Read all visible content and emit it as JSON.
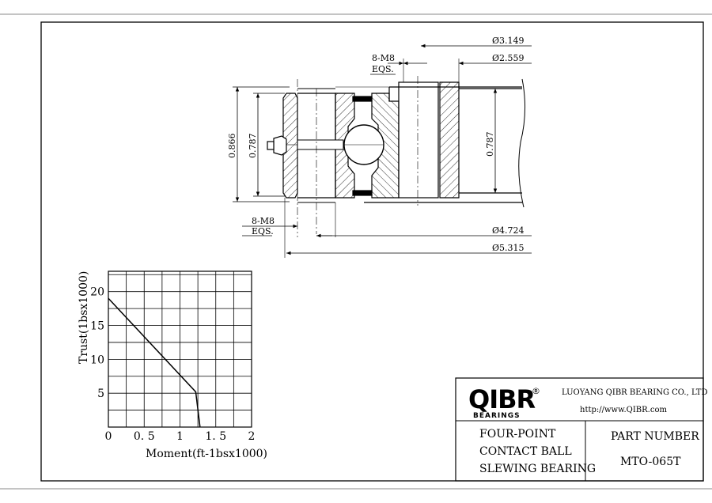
{
  "drawing": {
    "dims": {
      "top_diameter_1": "Ø3.149",
      "top_diameter_2": "Ø2.559",
      "top_holes": "8-M8",
      "top_holes_eqs": "EQS.",
      "height_outer": "0.866",
      "height_inner": "0.787",
      "height_right": "0.787",
      "bottom_holes": "8-M8",
      "bottom_holes_eqs": "EQS.",
      "bottom_diameter_1": "Ø4.724",
      "bottom_diameter_2": "Ø5.315"
    }
  },
  "chart_data": {
    "type": "line",
    "xlabel": "Moment(ft-1bsx1000)",
    "ylabel": "Trust(1bsx1000)",
    "xlim": [
      0,
      2
    ],
    "ylim": [
      0,
      23
    ],
    "x_ticks": [
      "0",
      "0.5",
      "1",
      "1.5",
      "2"
    ],
    "y_ticks": [
      "5",
      "10",
      "15",
      "20"
    ],
    "grid": true,
    "series": [
      {
        "x": [
          0,
          1.22,
          1.28
        ],
        "y": [
          19,
          5.2,
          0
        ]
      }
    ]
  },
  "title_block": {
    "logo_text": "QIBR",
    "logo_sub": "BEARINGS",
    "logo_reg": "®",
    "company": "LUOYANG QIBR BEARING CO., LTD",
    "website": "http://www.QIBR.com",
    "description_lines": [
      "FOUR-POINT",
      "CONTACT BALL",
      "SLEWING BEARING"
    ],
    "part_number_label": "PART  NUMBER",
    "part_number_value": "MTO-065T"
  }
}
